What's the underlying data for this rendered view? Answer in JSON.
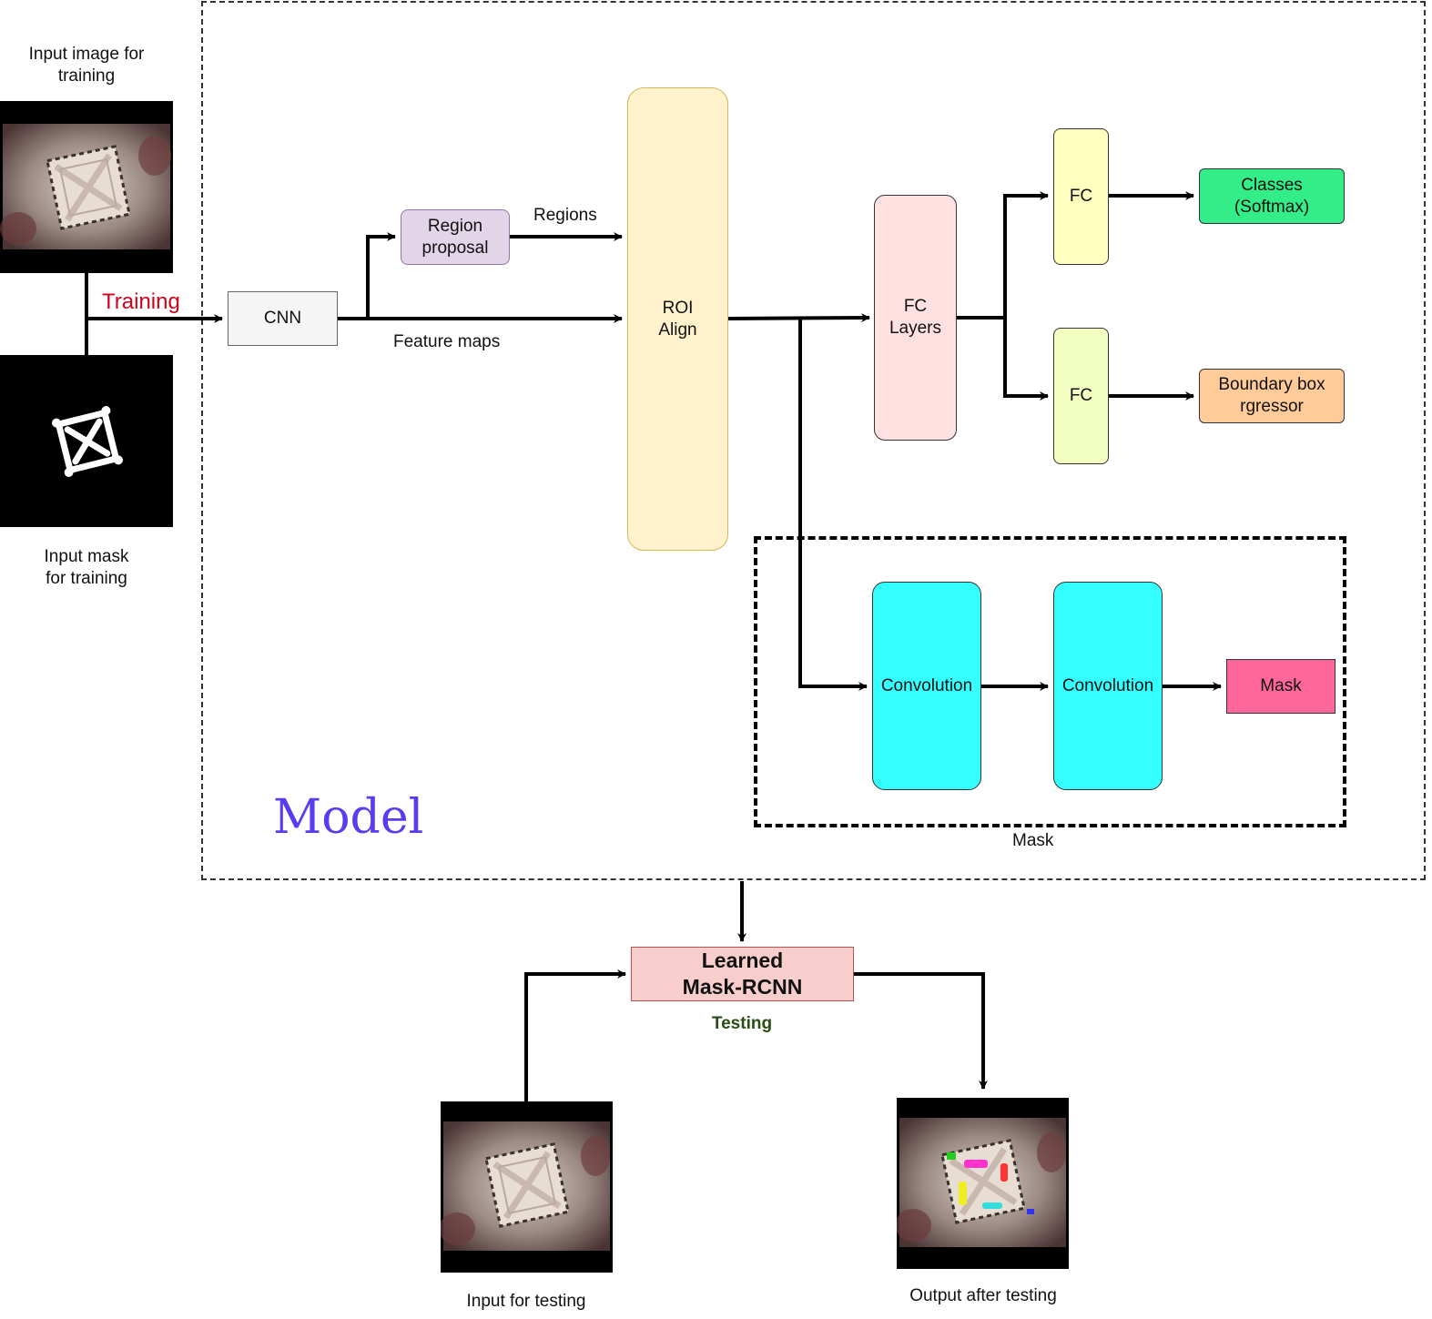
{
  "labels": {
    "input_image_training": "Input image for\ntraining",
    "input_mask_training": "Input mask\nfor training",
    "training": "Training",
    "feature_maps": "Feature maps",
    "regions": "Regions",
    "model": "Model",
    "mask_group": "Mask",
    "testing": "Testing",
    "input_testing": "Input for testing",
    "output_testing": "Output after testing"
  },
  "nodes": {
    "cnn": "CNN",
    "region_proposal": "Region\nproposal",
    "roi_align": "ROI\nAlign",
    "fc_layers": "FC\nLayers",
    "fc_top": "FC",
    "fc_bottom": "FC",
    "classes": "Classes\n(Softmax)",
    "bbox": "Boundary box\nrgressor",
    "conv1": "Convolution",
    "conv2": "Convolution",
    "mask": "Mask",
    "learned": "Learned\nMask-RCNN"
  },
  "colors": {
    "training_text": "#d0021b",
    "model_text": "#5a3cf0",
    "testing_text": "#274e13",
    "cnn_fill": "#f5f5f5",
    "region_fill": "#e1d5e7",
    "roi_fill": "#fff2cc",
    "fc_layers_fill": "#ffe1e1",
    "fc_fill": "#ffffc0",
    "classes_fill": "#33ee88",
    "bbox_fill": "#ffcc99",
    "conv_fill": "#33ffff",
    "mask_fill": "#ff6699",
    "learned_fill": "#f8cecc"
  }
}
